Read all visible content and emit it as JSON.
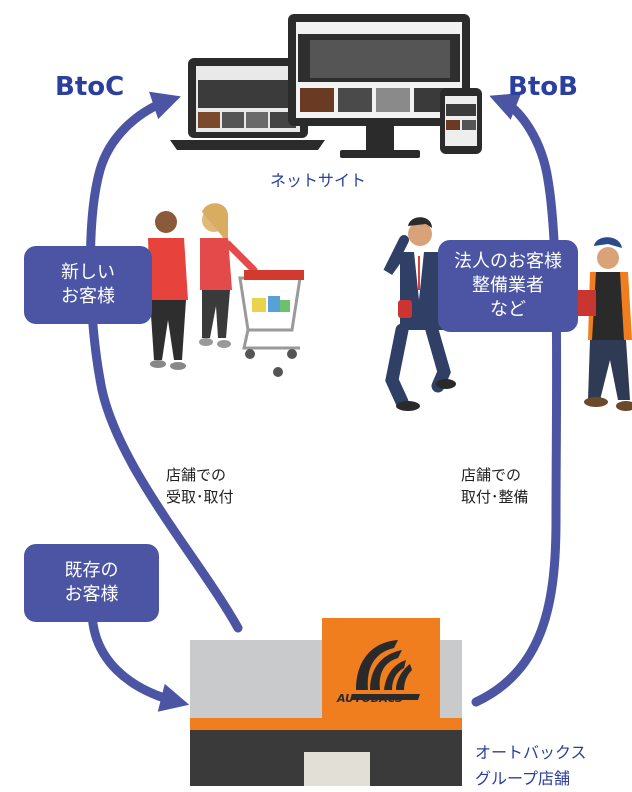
{
  "labels": {
    "btoc": "BtoC",
    "btob": "BtoB",
    "net_site": "ネットサイト",
    "new_customer_line1": "新しい",
    "new_customer_line2": "お客様",
    "existing_customer_line1": "既存の",
    "existing_customer_line2": "お客様",
    "corporate_line1": "法人のお客様",
    "corporate_line2": "整備業者",
    "corporate_line3": "など",
    "store_pickup_line1": "店舗での",
    "store_pickup_line2": "受取･取付",
    "store_service_line1": "店舗での",
    "store_service_line2": "取付･整備",
    "store_name_line1": "オートバックス",
    "store_name_line2": "グループ店舗",
    "brand": "AUTOBACS"
  },
  "colors": {
    "arrow": "#4b55a3",
    "box": "#4b55a3",
    "heading": "#2a3f9e",
    "brand_orange": "#f07d1e",
    "store_gray": "#c9cacc",
    "store_dark": "#3a3a3a"
  },
  "icons": [
    "laptop-icon",
    "desktop-monitor-icon",
    "smartphone-icon",
    "shoppers-with-cart-icon",
    "businessman-phone-icon",
    "mechanic-icon",
    "autobacs-store-icon"
  ]
}
